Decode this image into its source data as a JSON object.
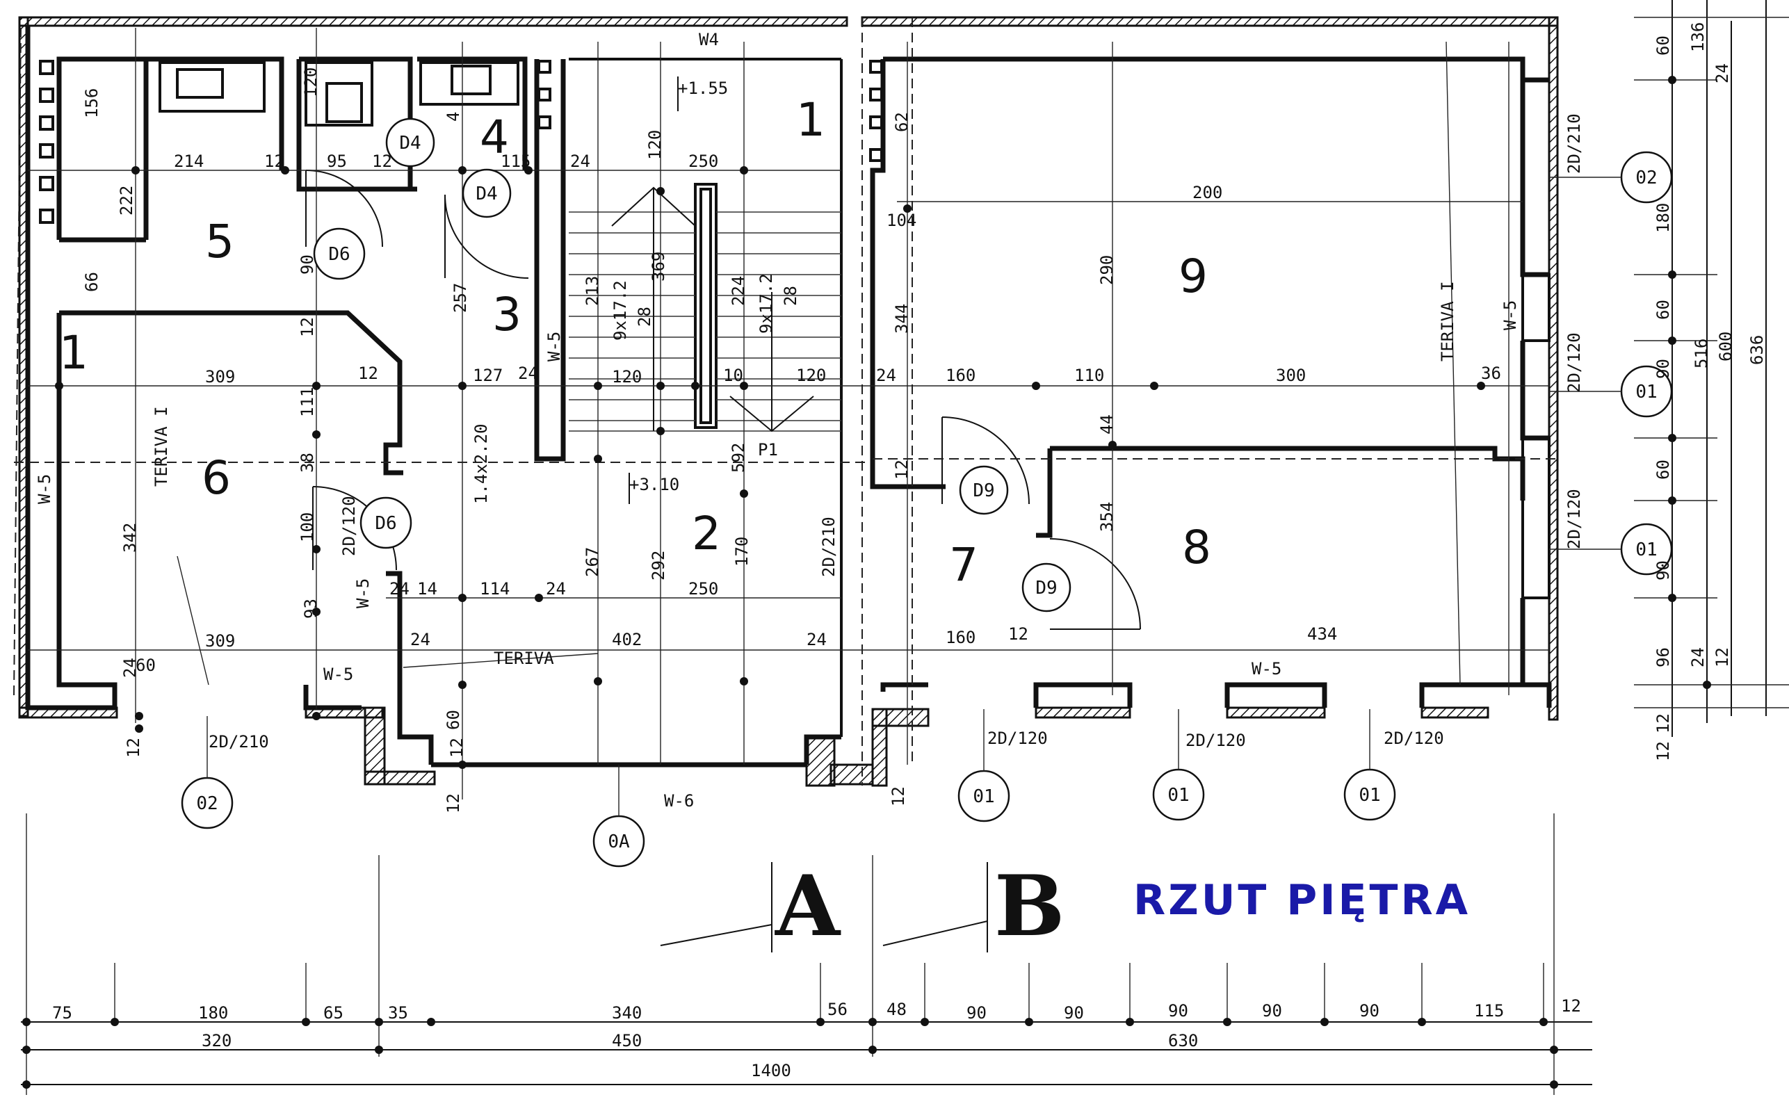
{
  "title": "RZUT PIĘTRA",
  "section_marks": [
    "A",
    "B"
  ],
  "rooms": [
    "1",
    "2",
    "3",
    "4",
    "5",
    "6",
    "7",
    "8",
    "9",
    "1"
  ],
  "door_tags": [
    "D4",
    "D4",
    "D6",
    "D6",
    "D9",
    "D9"
  ],
  "window_tags": [
    "02",
    "0A",
    "01",
    "01",
    "01",
    "02",
    "01",
    "01"
  ],
  "wall_labels": [
    "W4",
    "W-5",
    "W-5",
    "W-5",
    "W-5",
    "W-5",
    "W-5",
    "W-6",
    "TERIVA",
    "TERIVA I",
    "TERIVA I",
    "P1"
  ],
  "opening_labels": [
    "2D/210",
    "2D/120",
    "2D/120",
    "2D/120",
    "2D/210",
    "2D/120",
    "2D/120",
    "2D/210",
    "2D/120",
    "1.4x2.20"
  ],
  "levels": [
    "+1.55",
    "+3.10"
  ],
  "stair_labels": [
    "9x17.2",
    "28",
    "9x17.2",
    "28"
  ],
  "dimensions_interior": [
    "156",
    "214",
    "12",
    "95",
    "12",
    "120",
    "115",
    "24",
    "250",
    "120",
    "4",
    "222",
    "66",
    "90",
    "12",
    "309",
    "12",
    "127",
    "24",
    "120",
    "10",
    "120",
    "24",
    "160",
    "110",
    "300",
    "36",
    "111",
    "38",
    "342",
    "100",
    "93",
    "24",
    "114",
    "24",
    "250",
    "402",
    "24",
    "160",
    "12",
    "434",
    "309",
    "24",
    "14",
    "24",
    "60",
    "267",
    "292",
    "170",
    "257",
    "213",
    "369",
    "224",
    "344",
    "290",
    "354",
    "200",
    "592",
    "62",
    "104",
    "44",
    "12",
    "12",
    "60",
    "24"
  ],
  "dimensions_right": [
    "60",
    "136",
    "24",
    "180",
    "60",
    "90",
    "60",
    "90",
    "96",
    "24",
    "12",
    "516",
    "600",
    "636",
    "12"
  ],
  "dimensions_bottom_row1": [
    "75",
    "180",
    "65",
    "35",
    "340",
    "56",
    "48",
    "90",
    "90",
    "90",
    "90",
    "90",
    "115",
    "12"
  ],
  "dimensions_bottom_row2": [
    "320",
    "450",
    "630"
  ],
  "dimensions_bottom_total": "1400",
  "dimensions_bottom_small": [
    "12",
    "12",
    "12",
    "12"
  ]
}
